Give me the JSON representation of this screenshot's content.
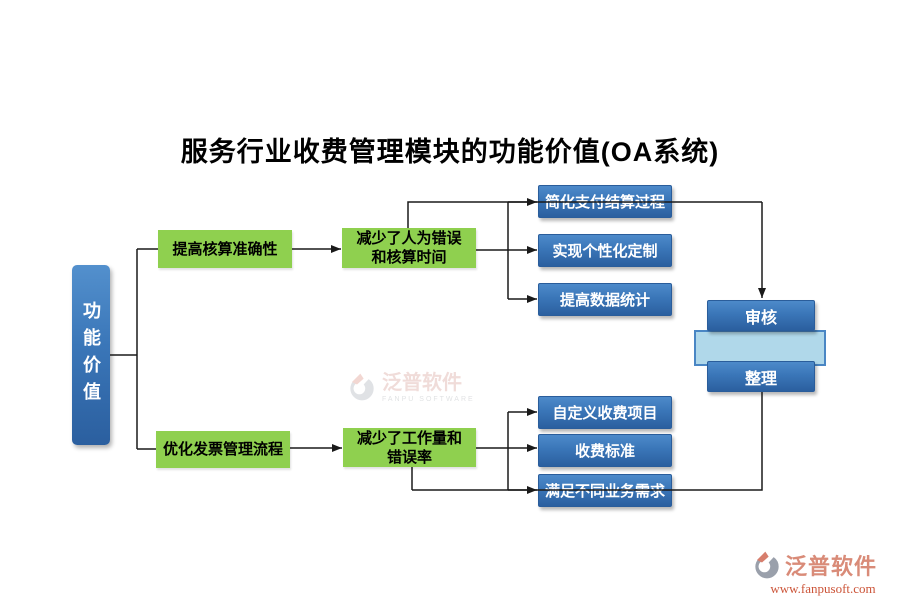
{
  "title": "服务行业收费管理模块的功能价值(OA系统)",
  "root": {
    "label": "功能价值"
  },
  "top_branch": {
    "cause": "提高核算准确性",
    "effect": {
      "line1": "减少了人为错误",
      "line2": "和核算时间"
    },
    "outcomes": [
      "简化支付结算过程",
      "实现个性化定制",
      "提高数据统计"
    ]
  },
  "bottom_branch": {
    "cause": "优化发票管理流程",
    "effect": {
      "line1": "减少了工作量和",
      "line2": "错误率"
    },
    "outcomes": [
      "自定义收费项目",
      "收费标准",
      "满足不同业务需求"
    ]
  },
  "process": {
    "step1": "审核",
    "step2": "整理"
  },
  "watermark": {
    "brand": "泛普软件",
    "subtitle": "FANPU SOFTWARE"
  },
  "footer_logo": {
    "brand": "泛普软件",
    "website": "www.fanpusoft.com"
  },
  "colors": {
    "green_node": "#8FD04F",
    "blue_node_top": "#4D8ACA",
    "blue_node_bottom": "#2B5F9F",
    "highlight_band": "#B0D8EA",
    "connector": "#1A1A1A",
    "brand_salmon": "#D98B78",
    "url_red": "#CC5438"
  }
}
